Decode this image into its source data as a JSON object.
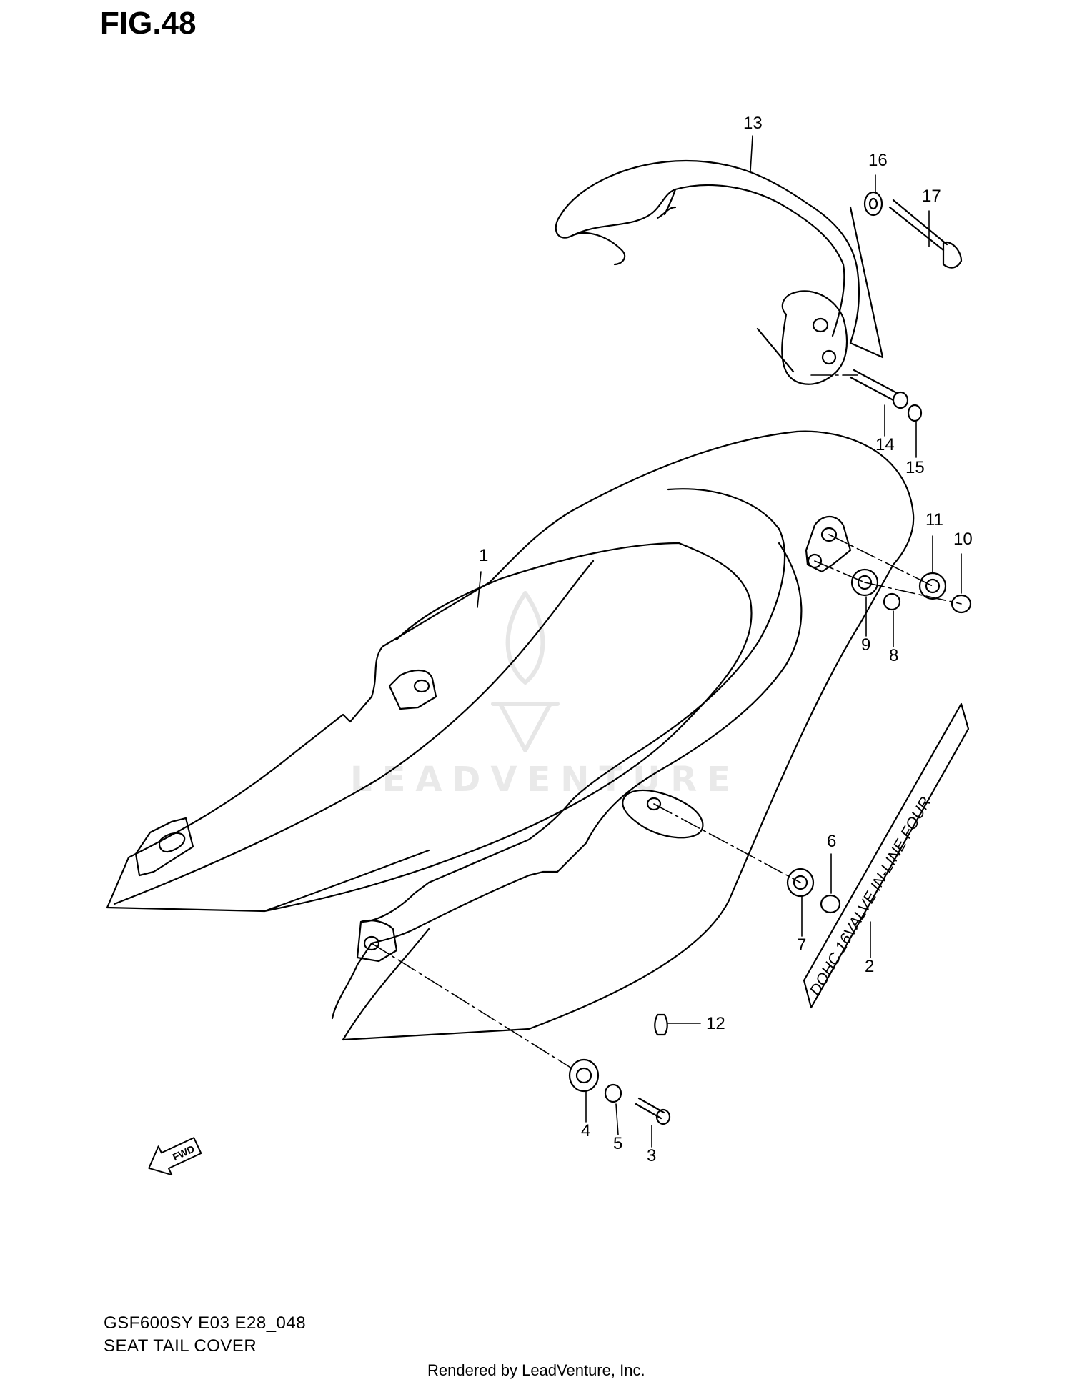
{
  "figure": {
    "title": "FIG.48",
    "model_code": "GSF600SY E03 E28_048",
    "section_name": "SEAT TAIL COVER",
    "rendered_by": "Rendered by LeadVenture, Inc.",
    "watermark": "LEADVENTURE"
  },
  "callouts": [
    "1",
    "2",
    "3",
    "4",
    "5",
    "6",
    "7",
    "8",
    "9",
    "10",
    "11",
    "12",
    "13",
    "14",
    "15",
    "16",
    "17"
  ],
  "decal_text": "DOHC 16VALVE IN-LINE FOUR",
  "fwd_label": "FWD",
  "colors": {
    "ink": "#000000",
    "watermark": "#e6e6e6",
    "background": "#ffffff"
  },
  "icons": [
    "fwd-arrow-icon",
    "leadventure-logo-watermark"
  ]
}
